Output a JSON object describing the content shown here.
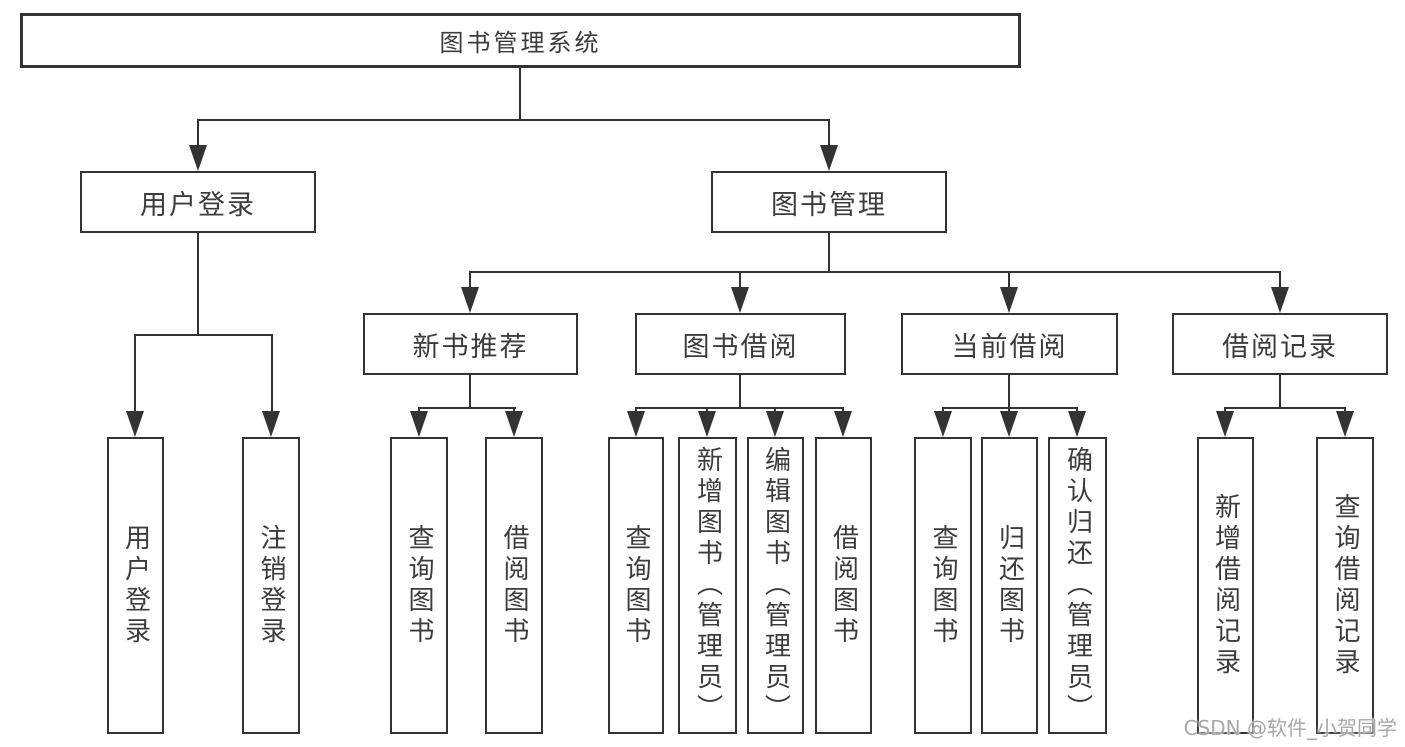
{
  "tree": {
    "root": {
      "label": "图书管理系统",
      "children": [
        {
          "label": "用户登录",
          "children": [
            {
              "label": "用户登录"
            },
            {
              "label": "注销登录"
            }
          ]
        },
        {
          "label": "图书管理",
          "children": [
            {
              "label": "新书推荐",
              "children": [
                {
                  "label": "查询图书"
                },
                {
                  "label": "借阅图书"
                }
              ]
            },
            {
              "label": "图书借阅",
              "children": [
                {
                  "label": "查询图书"
                },
                {
                  "label": "新增图书（管理员）"
                },
                {
                  "label": "编辑图书（管理员）"
                },
                {
                  "label": "借阅图书"
                }
              ]
            },
            {
              "label": "当前借阅",
              "children": [
                {
                  "label": "查询图书"
                },
                {
                  "label": "归还图书"
                },
                {
                  "label": "确认归还（管理员）"
                }
              ]
            },
            {
              "label": "借阅记录",
              "children": [
                {
                  "label": "新增借阅记录"
                },
                {
                  "label": "查询借阅记录"
                }
              ]
            }
          ]
        }
      ]
    }
  },
  "watermark": {
    "text": "CSDN @软件_小贺同学"
  },
  "colors": {
    "line": "#333333",
    "text": "#3c3c3c",
    "background": "#ffffff",
    "watermark": "#a8a8a8"
  }
}
